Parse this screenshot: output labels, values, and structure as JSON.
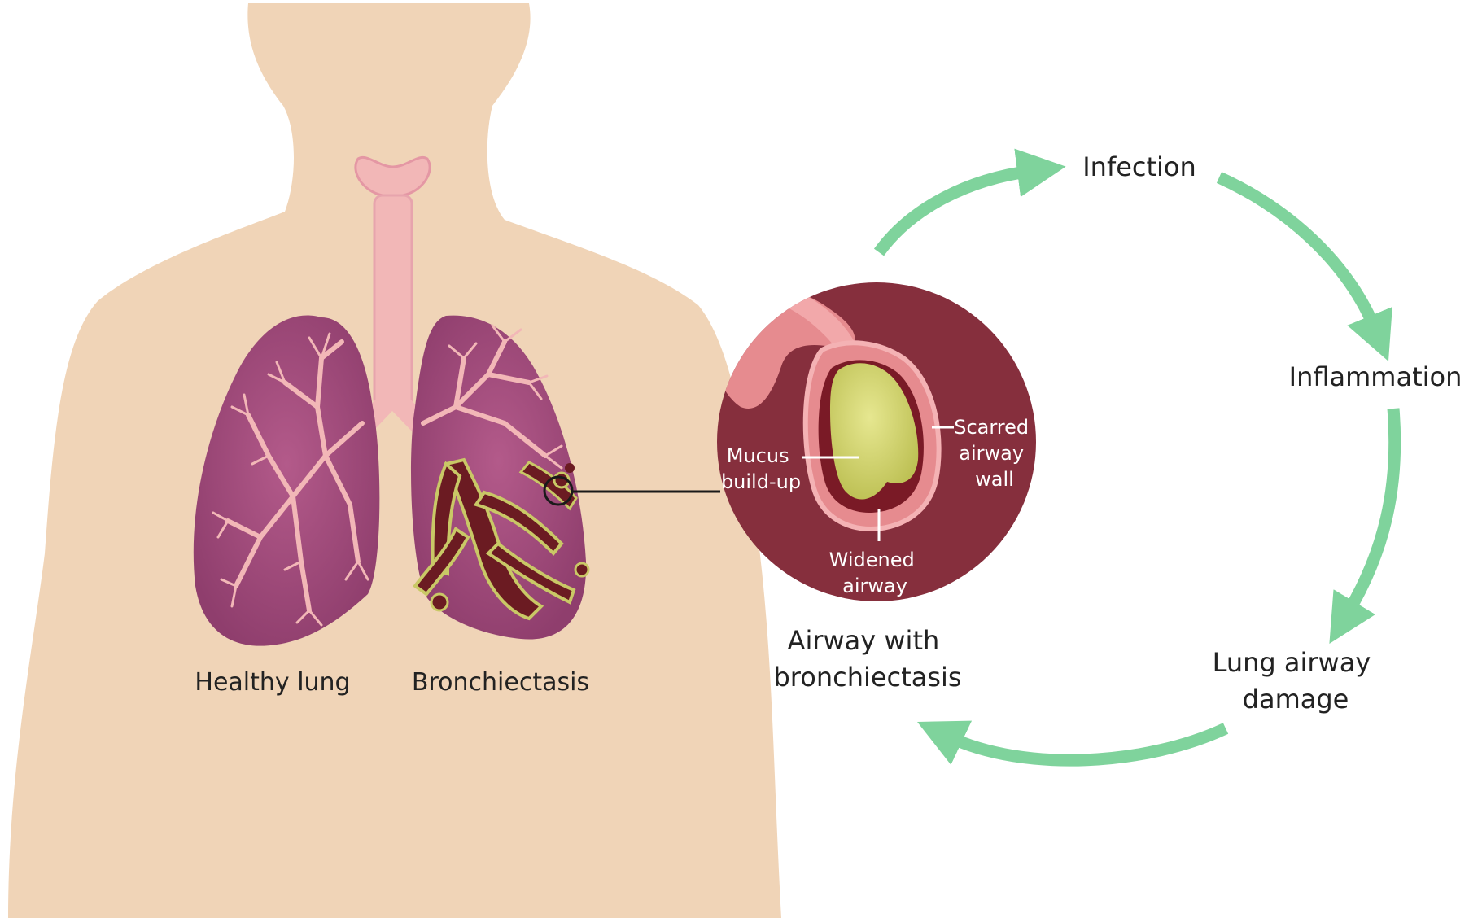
{
  "lungs": {
    "healthy_label": "Healthy lung",
    "disease_label": "Bronchiectasis"
  },
  "inset": {
    "caption_line1": "Airway with",
    "caption_line2": "bronchiectasis",
    "mucus_line1": "Mucus",
    "mucus_line2": "build-up",
    "scarred_line1": "Scarred",
    "scarred_line2": "airway",
    "scarred_line3": "wall",
    "widened_line1": "Widened",
    "widened_line2": "airway"
  },
  "cycle": {
    "infection": "Infection",
    "inflammation": "Inflammation",
    "damage_line1": "Lung airway",
    "damage_line2": "damage"
  },
  "colors": {
    "skin": "#f0d4b7",
    "lung": "#a24d7c",
    "bronchi": "#f2b7b7",
    "inset_bg": "#862f3d",
    "mucus": "#d6d77a",
    "cycle_arrow": "#7fd39c"
  }
}
